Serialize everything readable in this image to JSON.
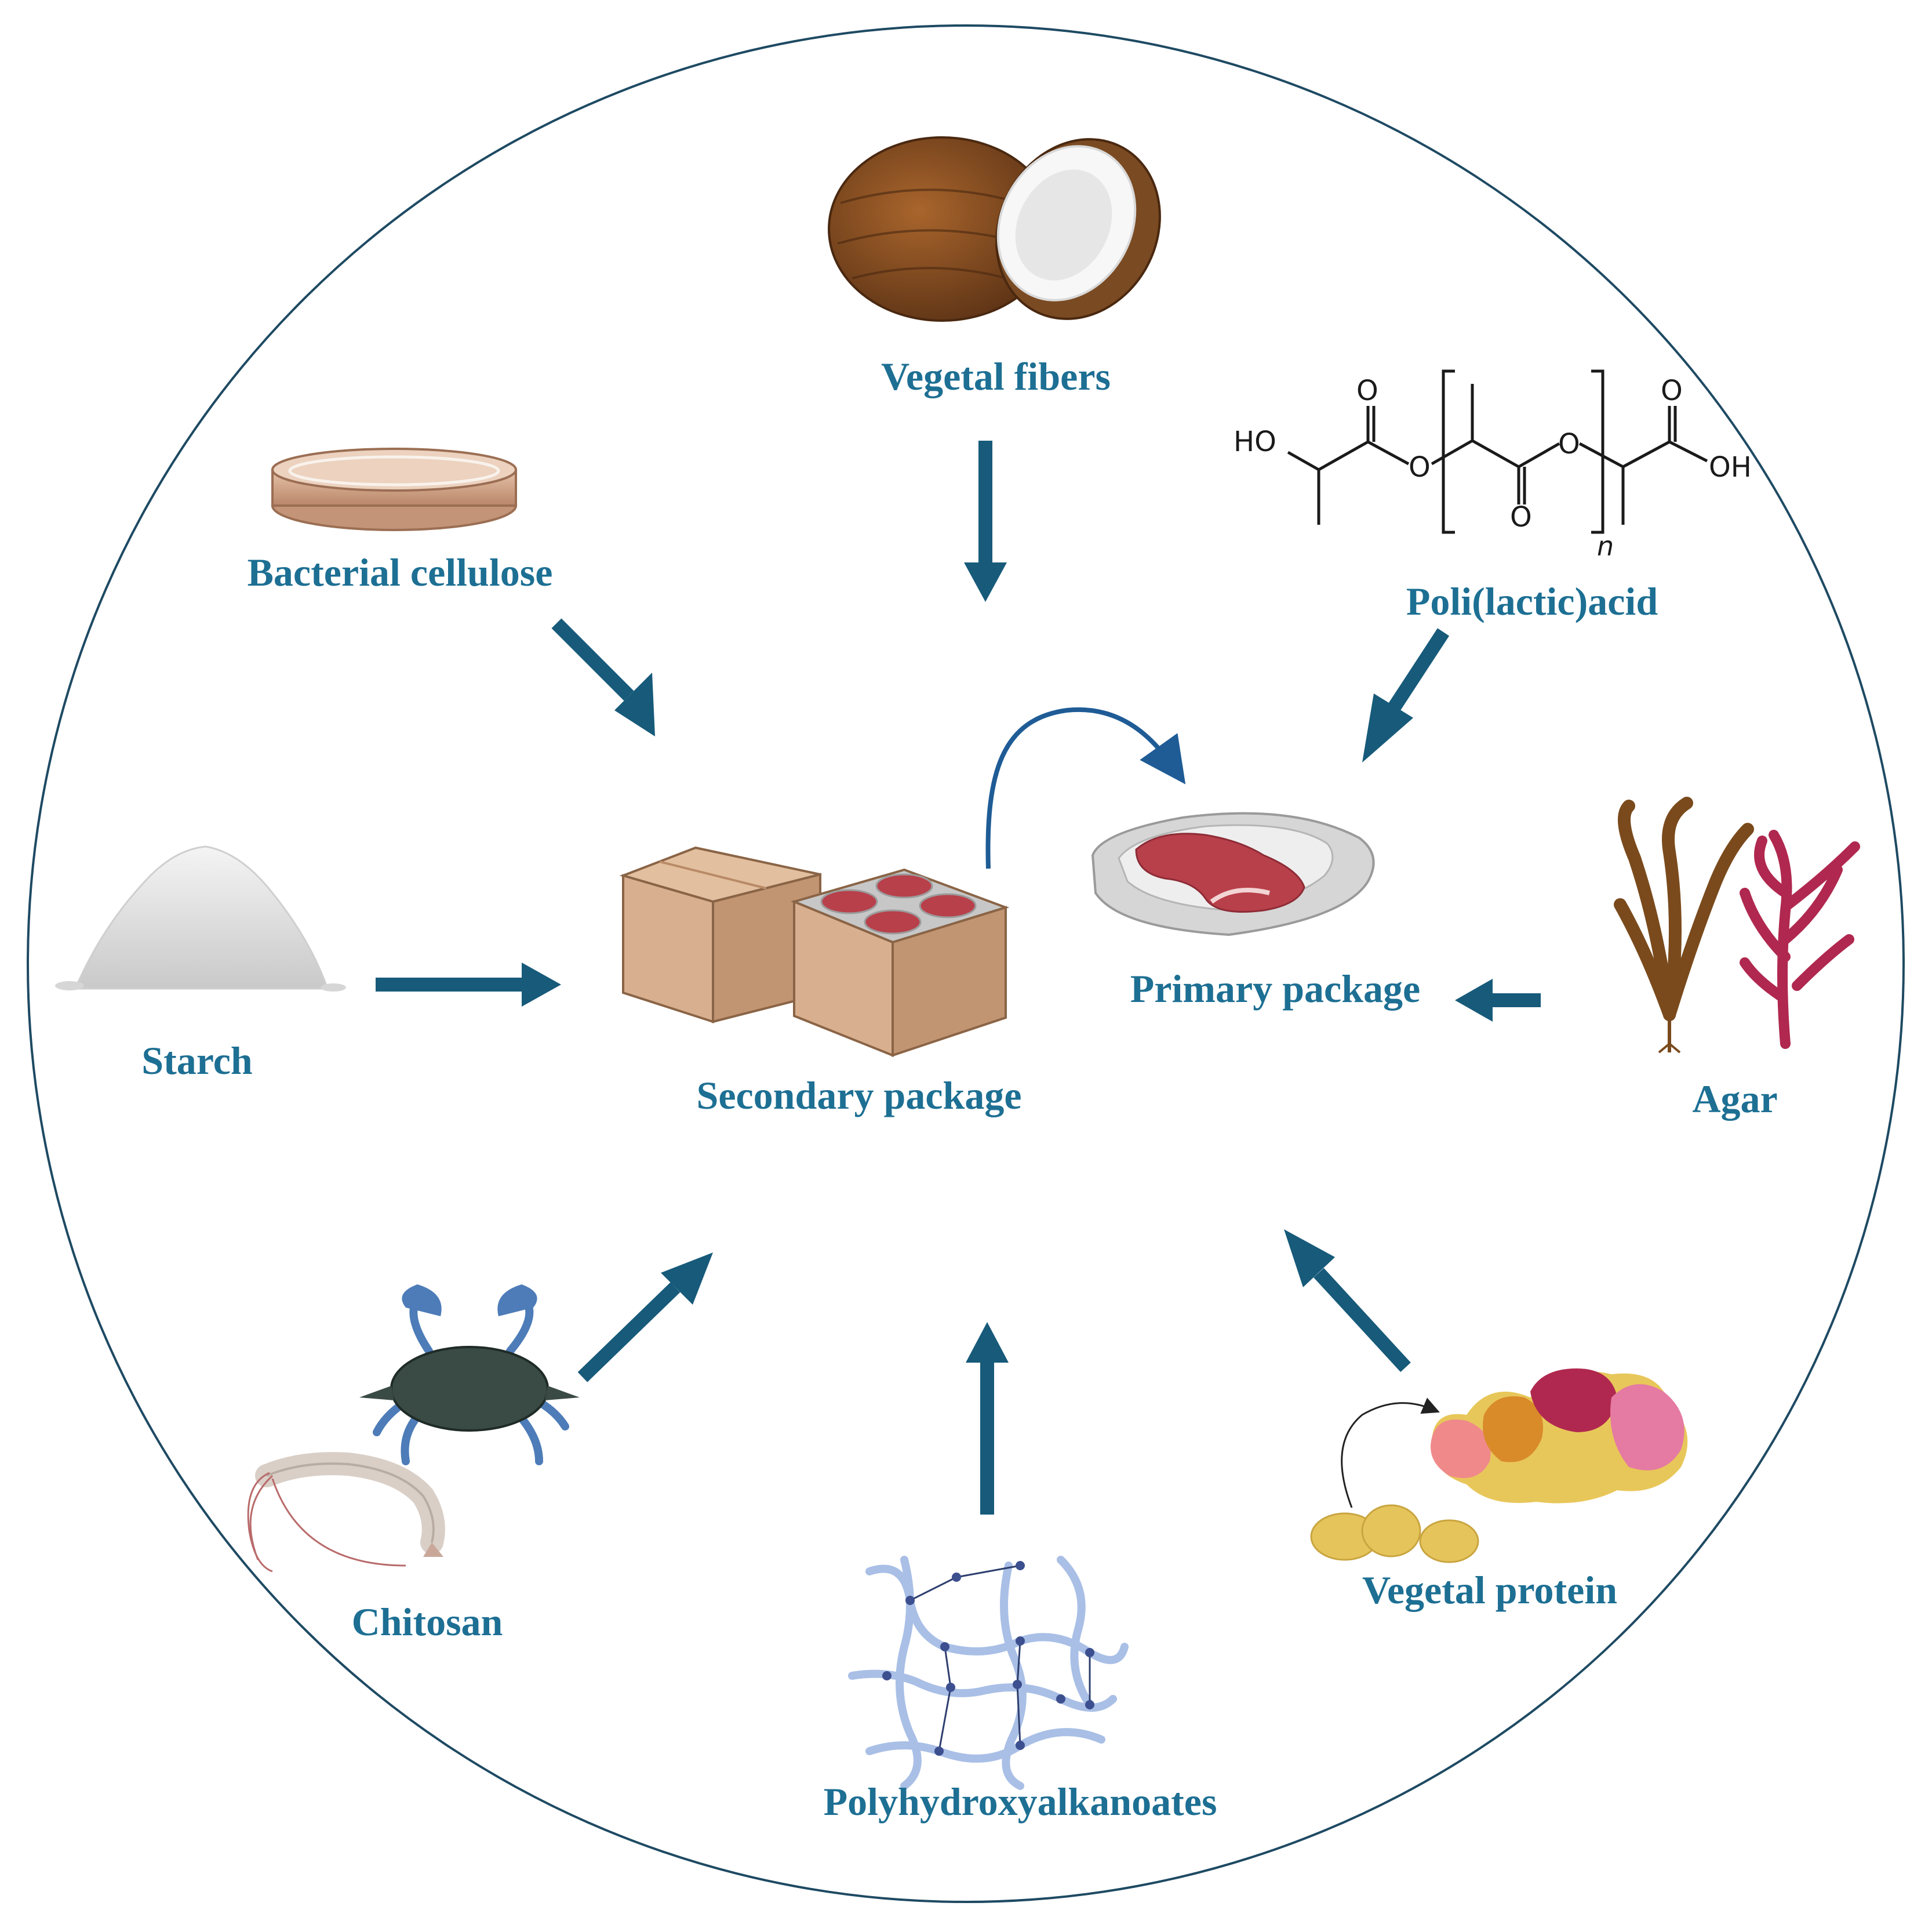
{
  "colors": {
    "label": "#1d6f93",
    "arrow": "#175a7a",
    "curved_arrow": "#1f5c96",
    "circle": "#1e4a63",
    "box": "#d8b08f",
    "box_dark": "#c29572",
    "meat": "#b8404b"
  },
  "labels": {
    "vegetal_fibers": "Vegetal fibers",
    "bacterial_cellulose": "Bacterial cellulose",
    "poli_lactic_acid": "Poli(lactic)acid",
    "starch": "Starch",
    "secondary_package": "Secondary package",
    "primary_package": "Primary package",
    "agar": "Agar",
    "chitosan": "Chitosan",
    "polyhydroxyalkanoates": "Polyhydroxyalkanoates",
    "vegetal_protein": "Vegetal protein"
  },
  "chemistry": {
    "ho": "HO",
    "oh": "OH",
    "o": "O",
    "n": "n"
  },
  "icons": [
    "coconut-icon",
    "petri-dish-icon",
    "pla-structure-icon",
    "starch-pile-icon",
    "cardboard-boxes-icon",
    "meat-tray-icon",
    "seaweed-icon",
    "crab-icon",
    "shrimp-icon",
    "polymer-network-icon",
    "protein-icon",
    "beans-icon"
  ]
}
